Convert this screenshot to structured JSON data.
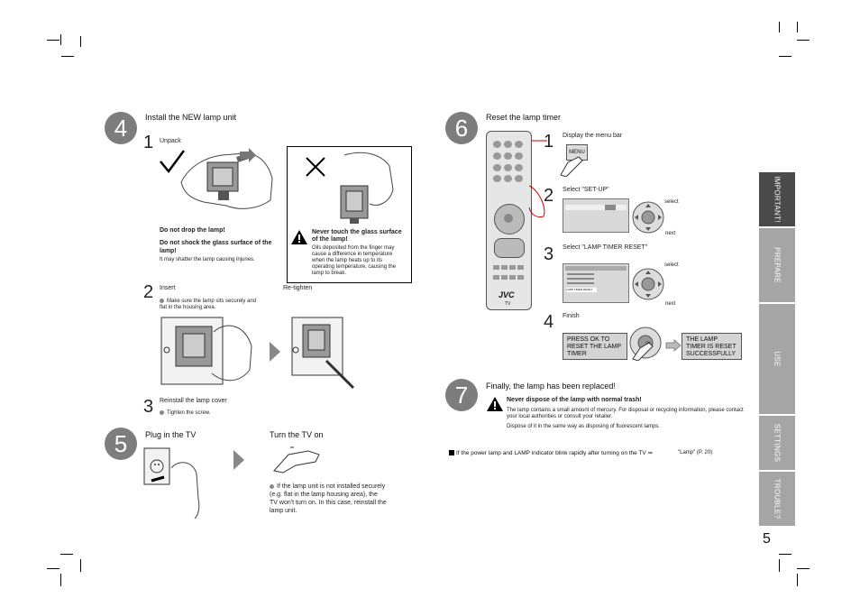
{
  "page_number": "5",
  "tabs": [
    "IMPORTANT!",
    "PREPARE",
    "USE",
    "SETTINGS",
    "TROUBLE?"
  ],
  "step4": {
    "number": "4",
    "title": "Install the NEW lamp unit",
    "sub1": {
      "num": "1",
      "label": "Unpack"
    },
    "warn_drop": "Do not drop the lamp!",
    "warn_shock": "Do not shock the glass surface of the lamp!",
    "warn_shatter": "It may shatter the lamp causing injuries.",
    "warn_glass_title": "Never touch the glass surface of the lamp!",
    "warn_glass_text": "Oils deposited from the finger may cause a difference in temperature when the lamp heats up to its operating temperature, causing the lamp to break.",
    "sub2": {
      "num": "2",
      "label": "Insert",
      "note": "Make sure the lamp sits securely and flat in the housing area."
    },
    "retighten": "Re-tighten",
    "sub3": {
      "num": "3",
      "label": "Reinstall the lamp cover",
      "note": "Tighten the screw."
    }
  },
  "step5": {
    "number": "5",
    "title": "Plug in the TV",
    "turn_on": "Turn the TV on",
    "note": "If the lamp unit is not installed securely (e.g. flat in the lamp housing area), the TV won't turn on. In this case, reinstall the lamp unit."
  },
  "step6": {
    "number": "6",
    "title": "Reset the lamp timer",
    "sub1": {
      "num": "1",
      "label": "Display the menu bar",
      "button": "MENU"
    },
    "sub2": {
      "num": "2",
      "label": "Select \"SET-UP\"",
      "select": "select",
      "next": "next"
    },
    "sub3": {
      "num": "3",
      "label": "Select \"LAMP TIMER RESET\"",
      "select": "select",
      "next": "next"
    },
    "sub4": {
      "num": "4",
      "label": "Finish",
      "ok": "OK"
    },
    "osd_press": "PRESS OK TO RESET THE LAMP TIMER",
    "osd_done": "THE LAMP TIMER IS RESET SUCCESSFULLY",
    "remote_brand": "JVC",
    "remote_tv": "TV",
    "osd_menu_item": "LAMP TIMER RESET"
  },
  "step7": {
    "number": "7",
    "title": "Finally, the lamp has been replaced!",
    "warn_title": "Never dispose of the lamp with normal trash!",
    "warn_text": "The lamp contains a small amount of mercury. For disposal or recycling information, please contact your local authorities or consult your retailer.",
    "warn_text2": "Dispose of it in the same way as disposing of fluorescent lamps."
  },
  "footer_note": "If the power lamp and LAMP indicator blink rapidly after turning on the TV",
  "footer_ref": "\"Lamp\" (P. 20)",
  "colors": {
    "tab_active": "#4a4a4a",
    "tab_inactive": "#a5a5a5",
    "step_circle": "#7d7d7d"
  }
}
